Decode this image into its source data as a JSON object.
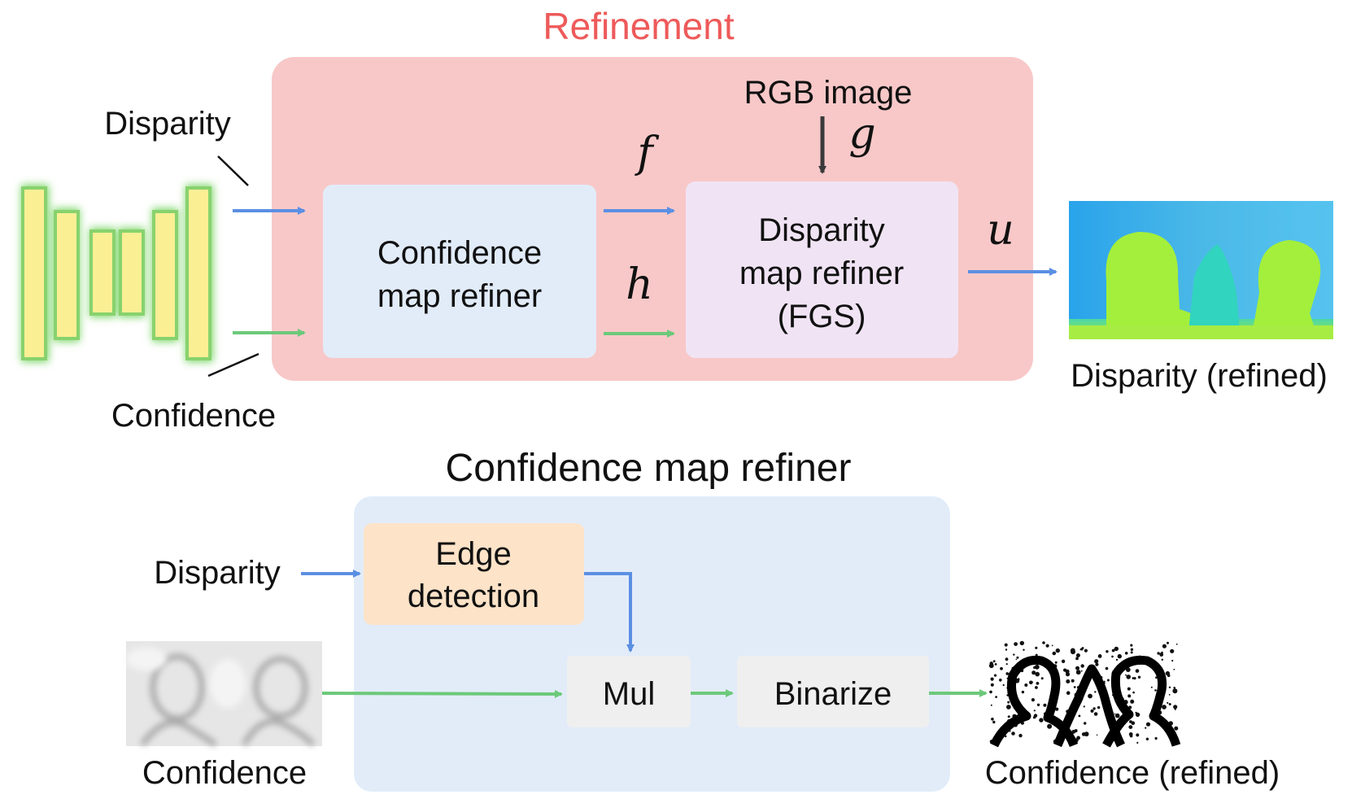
{
  "top_panel": {
    "title": "Refinement",
    "input_labels": {
      "disparity": "Disparity",
      "confidence": "Confidence"
    },
    "confidence_refiner": {
      "line1": "Confidence",
      "line2": "map refiner"
    },
    "rgb_label": "RGB image",
    "disparity_refiner": {
      "line1": "Disparity",
      "line2": "map refiner",
      "line3": "(FGS)"
    },
    "symbols": {
      "f": "f",
      "h": "h",
      "g": "g",
      "u": "u"
    },
    "output_label": "Disparity (refined)"
  },
  "bottom_panel": {
    "title": "Confidence map refiner",
    "disparity_label": "Disparity",
    "edge_detection": {
      "line1": "Edge",
      "line2": "detection"
    },
    "mul_label": "Mul",
    "binarize_label": "Binarize",
    "confidence_label": "Confidence",
    "output_label": "Confidence  (refined)"
  },
  "colors": {
    "refinement_bg": "#f8c8c8",
    "refinement_title": "#ee5a5a",
    "conf_refiner_bg": "#e2ecf9",
    "disp_refiner_bg": "#f0e4f4",
    "edge_bg": "#fde3c8",
    "op_bg": "#efefef",
    "blue_arrow": "#5b8fe3",
    "green_arrow": "#6cc97a",
    "dark_arrow": "#3a3a3a",
    "net_bar": "#fbef94",
    "net_glow": "#7ed66a"
  }
}
